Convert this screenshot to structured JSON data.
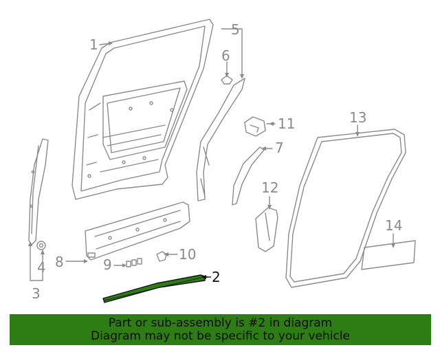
{
  "diagram": {
    "callouts": {
      "c1": "1",
      "c2": "2",
      "c3": "3",
      "c4": "4",
      "c5": "5",
      "c6": "6",
      "c7": "7",
      "c8": "8",
      "c9": "9",
      "c10": "10",
      "c11": "11",
      "c12": "12",
      "c13": "13",
      "c14": "14"
    },
    "highlighted_part": "2",
    "colors": {
      "line": "#8a8a8a",
      "highlight_fill": "#2e7d14",
      "banner": "#2e7d14"
    }
  },
  "banner": {
    "line1": "Part or sub-assembly is #2 in diagram",
    "line2": "Diagram may not be specific to your vehicle"
  }
}
